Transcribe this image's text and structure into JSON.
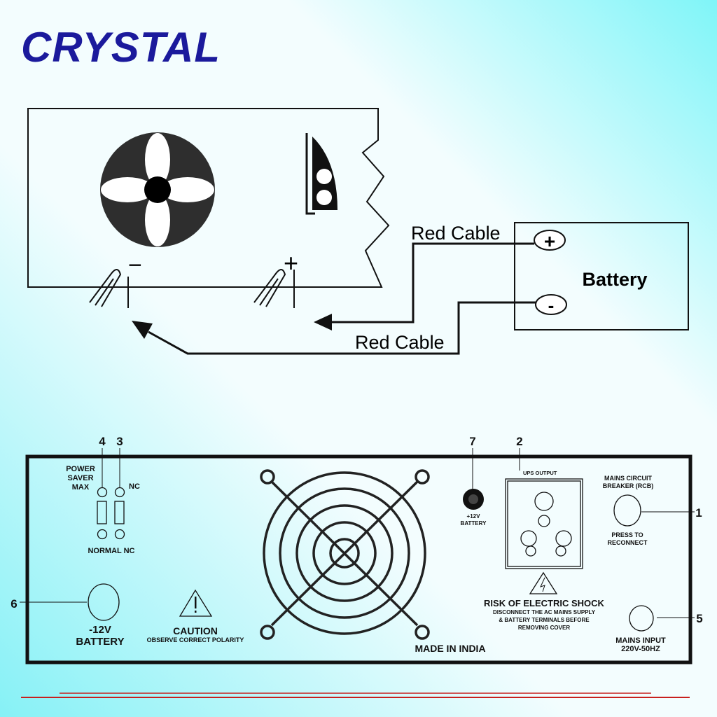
{
  "logo": {
    "text": "CRYSTAL",
    "color": "#1b1a9c"
  },
  "wiring": {
    "cable_top": "Red Cable",
    "cable_bottom": "Red Cable",
    "battery_label": "Battery",
    "battery_plus": "+",
    "battery_minus": "-",
    "inverter_minus": "−",
    "inverter_plus": "+"
  },
  "panel": {
    "callouts": {
      "c1": "1",
      "c2": "2",
      "c3": "3",
      "c4": "4",
      "c5": "5",
      "c6": "6",
      "c7": "7"
    },
    "power_saver": [
      "POWER",
      "SAVER",
      "MAX"
    ],
    "nc_top": "NC",
    "normal_nc": "NORMAL NC",
    "neg_battery": [
      "-12V",
      "BATTERY"
    ],
    "caution_title": "CAUTION",
    "caution_sub": "OBSERVE CORRECT POLARITY",
    "made_in": "MADE IN INDIA",
    "pos_battery": [
      "+12V",
      "BATTERY"
    ],
    "ups_output": "UPS OUTPUT",
    "rcb": [
      "MAINS CIRCUIT",
      "BREAKER (RCB)"
    ],
    "press": [
      "PRESS TO",
      "RECONNECT"
    ],
    "shock_title": "RISK OF ELECTRIC SHOCK",
    "shock_lines": [
      "DISCONNECT THE AC MAINS SUPPLY",
      "& BATTERY TERMINALS BEFORE",
      "REMOVING COVER"
    ],
    "mains_input": [
      "MAINS INPUT",
      "220V-50HZ"
    ]
  },
  "colors": {
    "accent_red": "#c8201e",
    "line": "#111111"
  }
}
